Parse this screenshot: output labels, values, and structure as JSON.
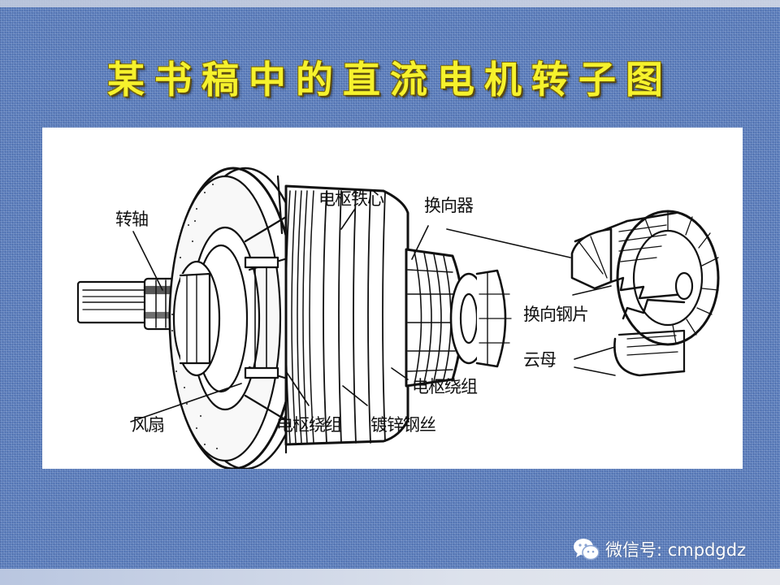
{
  "title": "某书稿中的直流电机转子图",
  "diagram": {
    "labels": {
      "shaft": "转轴",
      "armature_core": "电枢铁心",
      "commutator": "换向器",
      "commutator_segment": "换向钢片",
      "mica": "云母",
      "armature_winding_right": "电枢绕组",
      "fan": "风扇",
      "armature_winding_bottom": "电枢绕组",
      "galvanized_steel_wire": "镀锌钢丝"
    }
  },
  "watermark": {
    "icon": "wechat-icon",
    "text": "微信号: cmpdgdz"
  },
  "colors": {
    "background": "#5d7fbd",
    "title_text": "#f6f22c",
    "panel": "#ffffff",
    "line_art": "#111111"
  }
}
